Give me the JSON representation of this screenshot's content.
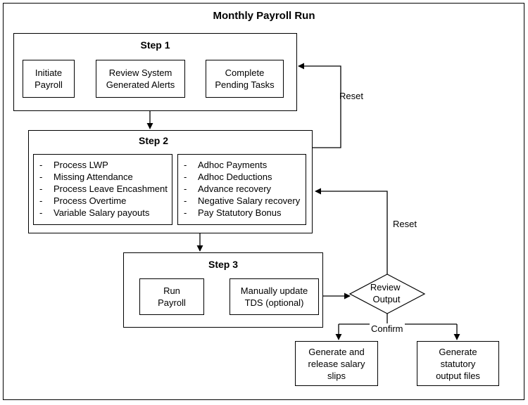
{
  "title": "Monthly Payroll Run",
  "step1": {
    "title": "Step 1",
    "boxes": [
      "Initiate\nPayroll",
      "Review System\nGenerated Alerts",
      "Complete\nPending Tasks"
    ]
  },
  "step2": {
    "title": "Step 2",
    "left_items": [
      "Process LWP",
      "Missing Attendance",
      "Process Leave Encashment",
      "Process Overtime",
      "Variable Salary payouts"
    ],
    "right_items": [
      "Adhoc Payments",
      "Adhoc Deductions",
      "Advance recovery",
      "Negative Salary recovery",
      "Pay Statutory Bonus"
    ]
  },
  "step3": {
    "title": "Step 3",
    "boxes": [
      "Run\nPayroll",
      "Manually update\nTDS (optional)"
    ]
  },
  "decision": "Review\nOutput",
  "labels": {
    "reset_top": "Reset",
    "reset_bottom": "Reset",
    "confirm": "Confirm"
  },
  "outputs": [
    "Generate and\nrelease salary\nslips",
    "Generate\nstatutory\noutput files"
  ]
}
